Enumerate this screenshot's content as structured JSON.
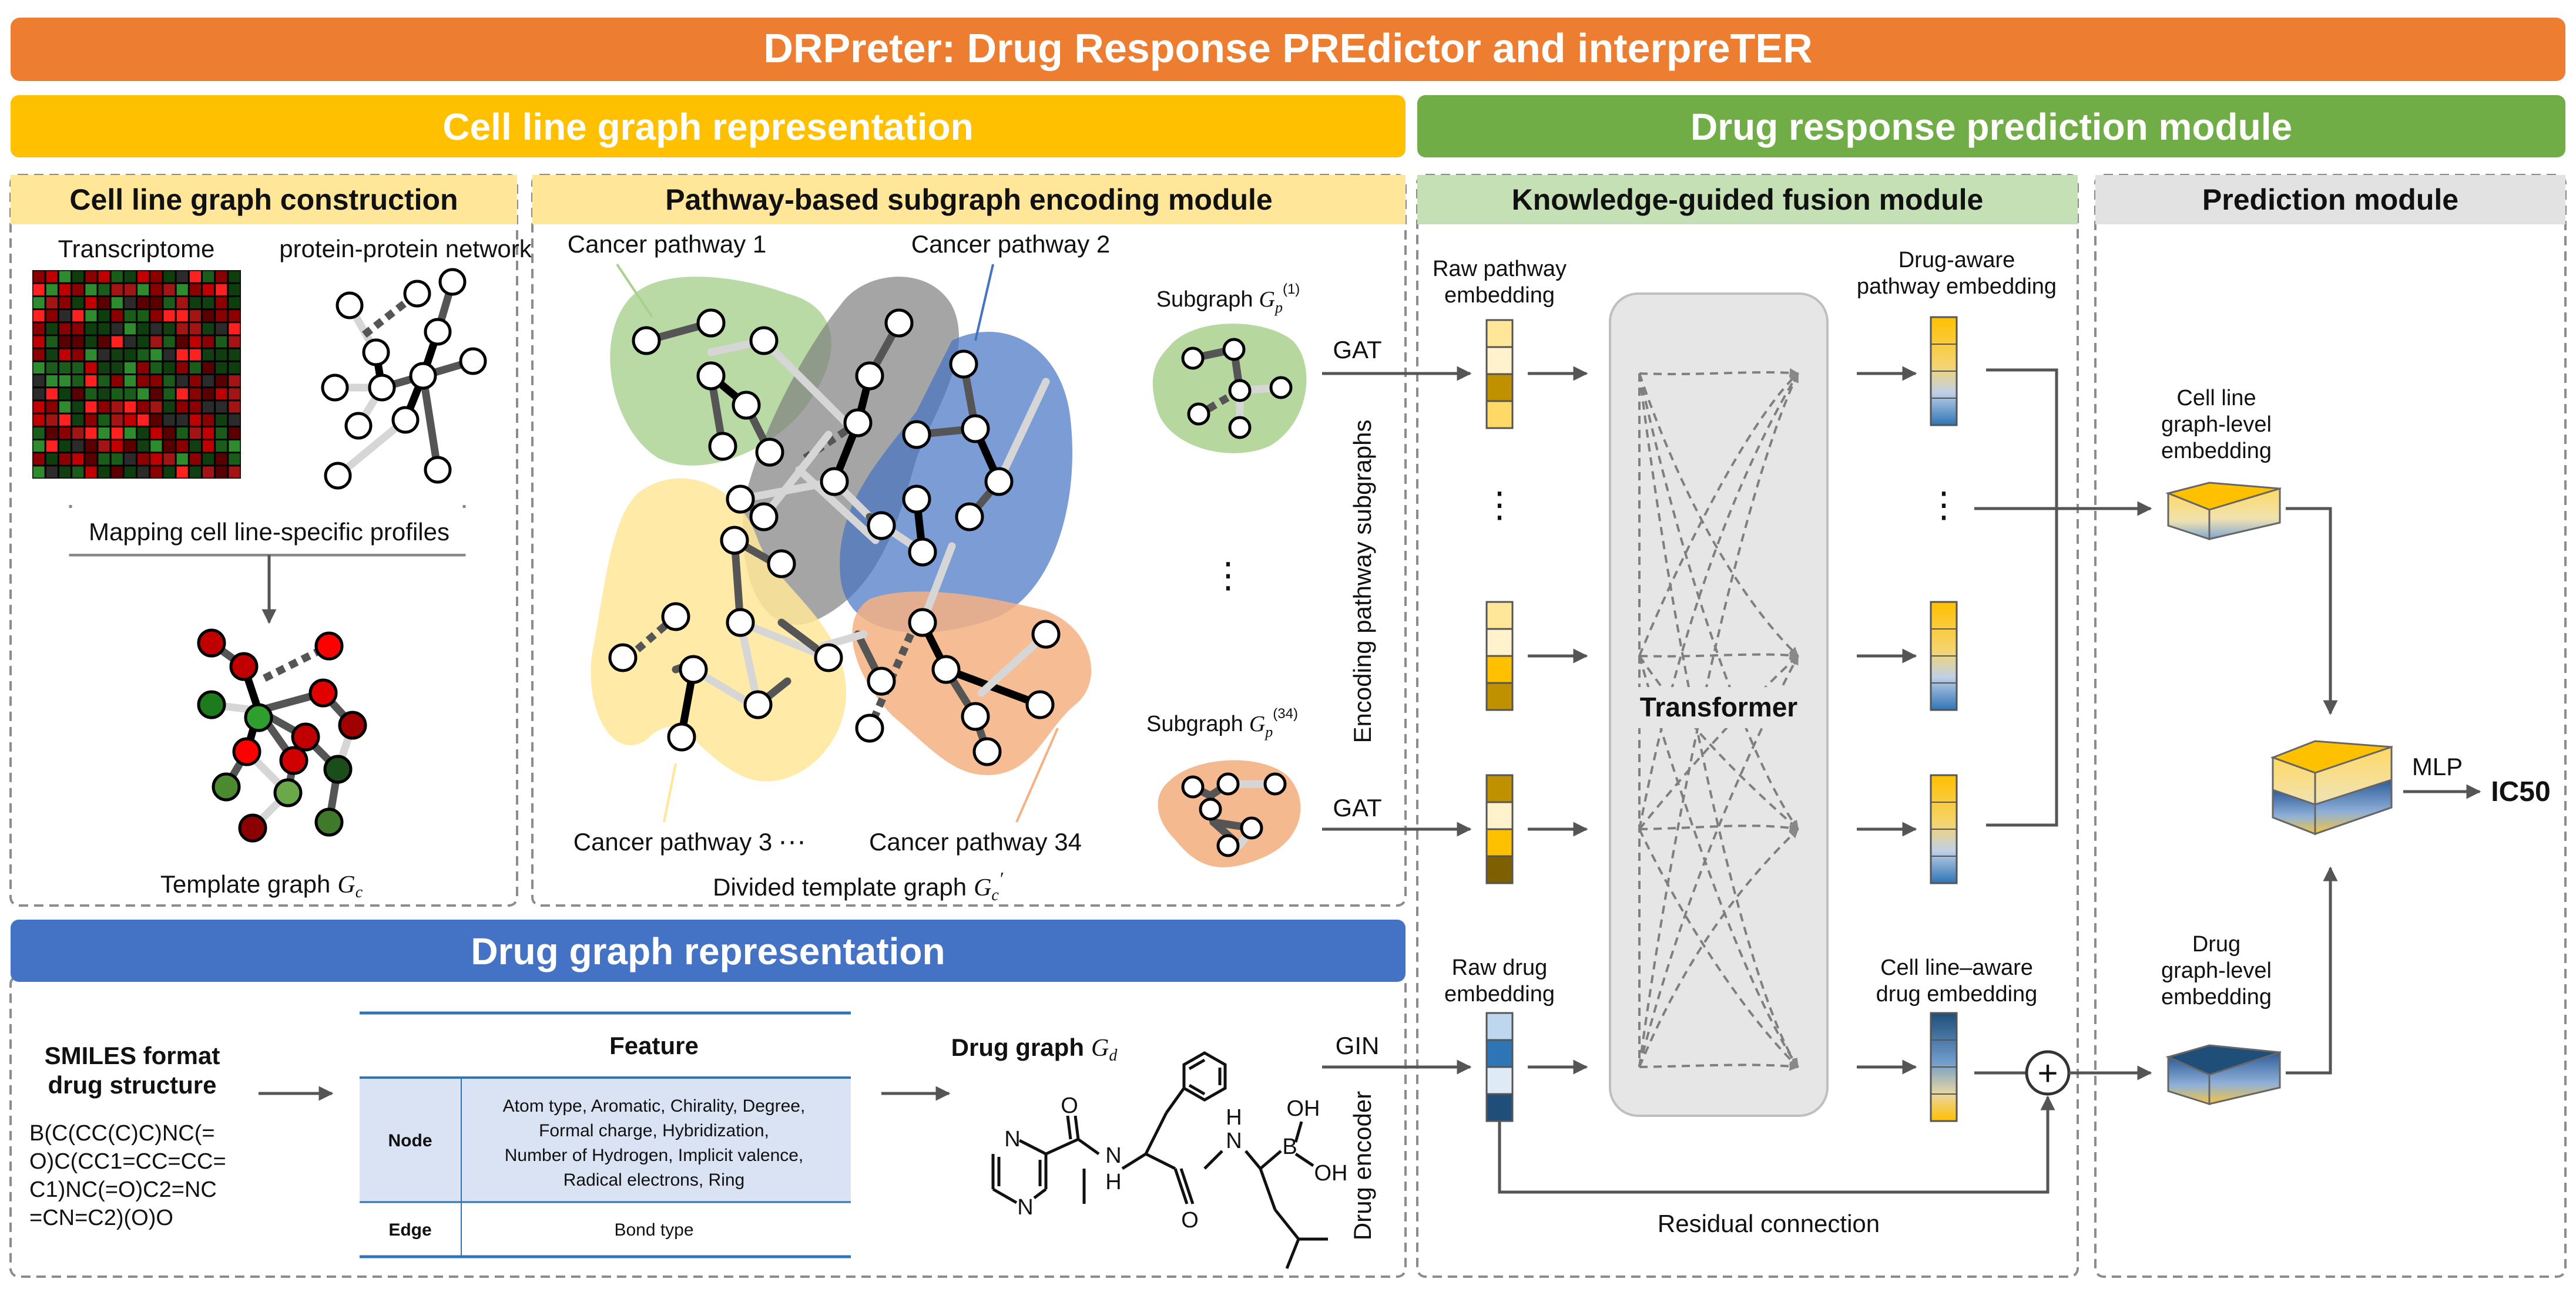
{
  "title": "DRPreter: Drug Response PREdictor and interpreTER",
  "colors": {
    "title_bar": "#ED7D31",
    "cell_line_header": "#FFC000",
    "cell_line_sub": "#FFE699",
    "drug_response_header": "#70AD47",
    "fusion_sub": "#C5E0B4",
    "prediction_sub": "#E2E2E2",
    "drug_header": "#4472C4"
  },
  "cell_line": {
    "header": "Cell line graph representation",
    "construction": {
      "title": "Cell line graph construction",
      "transcriptome": "Transcriptome",
      "ppi": "protein-protein network",
      "mapping": "Mapping cell line-specific profiles",
      "template_label": "Template graph",
      "template_symbol": "G",
      "template_sub": "c"
    },
    "pathway": {
      "title": "Pathway-based subgraph encoding module",
      "p1": "Cancer pathway 1",
      "p2": "Cancer pathway 2",
      "p3": "Cancer pathway 3",
      "p34": "Cancer pathway 34",
      "dots": "···",
      "subgraph_label": "Subgraph",
      "subgraph_sup1": "(1)",
      "subgraph_sup34": "(34)",
      "subgraph_sub": "p",
      "vdots": "⋮",
      "divided_label": "Divided template graph",
      "divided_symbol": "G",
      "divided_sub": "c",
      "divided_prime": "′",
      "gat1": "GAT",
      "gat2": "GAT",
      "encoding_vertical": "Encoding pathway subgraphs"
    }
  },
  "drug_response": {
    "header": "Drug response prediction module",
    "fusion": {
      "title": "Knowledge-guided fusion module",
      "raw_pathway_1": "Raw pathway",
      "raw_pathway_2": "embedding",
      "transformer": "Transformer",
      "drug_aware_1": "Drug-aware",
      "drug_aware_2": "pathway embedding",
      "raw_drug_1": "Raw drug",
      "raw_drug_2": "embedding",
      "cell_aware_1": "Cell line–aware",
      "cell_aware_2": "drug embedding",
      "residual": "Residual connection",
      "vdots": "⋮",
      "plus": "+"
    },
    "prediction": {
      "title": "Prediction module",
      "cell_emb_1": "Cell line",
      "cell_emb_2": "graph-level",
      "cell_emb_3": "embedding",
      "drug_emb_1": "Drug",
      "drug_emb_2": "graph-level",
      "drug_emb_3": "embedding",
      "mlp": "MLP",
      "ic50": "IC50"
    }
  },
  "drug": {
    "header": "Drug graph representation",
    "smiles_title_1": "SMILES format",
    "smiles_title_2": "drug structure",
    "smiles_lines": [
      "B(C(CC(C)C)NC(=",
      "O)C(CC1=CC=CC=",
      "C1)NC(=O)C2=NC",
      "=CN=C2)(O)O"
    ],
    "table": {
      "header": "Feature",
      "node_label": "Node",
      "node_lines": [
        "Atom type, Aromatic, Chirality, Degree,",
        "Formal charge, Hybridization,",
        "Number of Hydrogen, Implicit valence,",
        "Radical electrons, Ring"
      ],
      "edge_label": "Edge",
      "edge_value": "Bond type"
    },
    "graph_label": "Drug graph",
    "graph_symbol": "G",
    "graph_sub": "d",
    "atoms": {
      "n1": "N",
      "n2": "N",
      "o": "O",
      "nh1": "N",
      "h1": "H",
      "o2": "O",
      "nh2": "N",
      "h2": "H",
      "b": "B",
      "oh1": "OH",
      "oh2": "OH"
    },
    "gin": "GIN",
    "encoder_vertical": "Drug encoder"
  }
}
